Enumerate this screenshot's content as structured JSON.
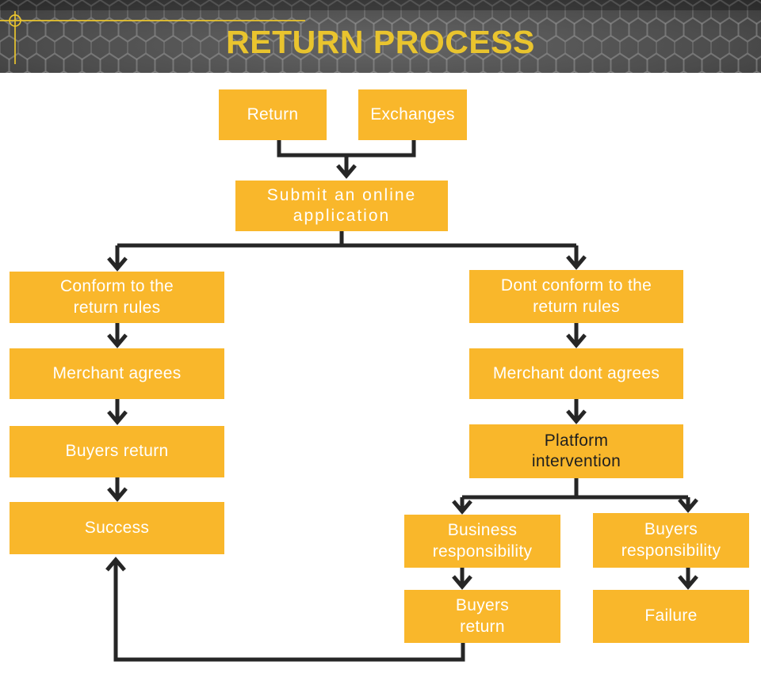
{
  "header": {
    "title": "RETURN PROCESS"
  },
  "colors": {
    "box_fill": "#F9B72B",
    "box_text": "#FFFFFF",
    "box_text_dark": "#1F1F1F",
    "connector": "#262626",
    "accent_gold": "#E9C42E"
  },
  "nodes": [
    {
      "id": "return",
      "label": "Return"
    },
    {
      "id": "exchanges",
      "label": "Exchanges"
    },
    {
      "id": "submit-application",
      "label": "Submit an online\napplication"
    },
    {
      "id": "conform-rules",
      "label": "Conform to the\nreturn rules"
    },
    {
      "id": "dont-conform-rules",
      "label": "Dont conform to the\nreturn rules"
    },
    {
      "id": "merchant-agrees",
      "label": "Merchant agrees"
    },
    {
      "id": "merchant-dont-agrees",
      "label": "Merchant dont agrees"
    },
    {
      "id": "buyers-return",
      "label": "Buyers return"
    },
    {
      "id": "platform-intervention",
      "label": "Platform\nintervention"
    },
    {
      "id": "success",
      "label": "Success"
    },
    {
      "id": "business-responsibility",
      "label": "Business\nresponsibility"
    },
    {
      "id": "buyers-responsibility",
      "label": "Buyers\nresponsibility"
    },
    {
      "id": "buyers-return-2",
      "label": "Buyers\nreturn"
    },
    {
      "id": "failure",
      "label": "Failure"
    }
  ]
}
